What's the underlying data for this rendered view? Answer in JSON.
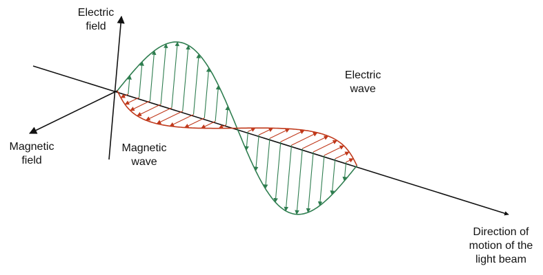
{
  "labels": {
    "electric_field": [
      "Electric",
      "field"
    ],
    "magnetic_field": [
      "Magnetic",
      "field"
    ],
    "magnetic_wave": [
      "Magnetic",
      "wave"
    ],
    "electric_wave": [
      "Electric",
      "wave"
    ],
    "direction": [
      "Direction of",
      "motion of the",
      "light beam"
    ]
  },
  "colors": {
    "electric": "#2e7d4f",
    "magnetic": "#c0391b",
    "axes": "#111111",
    "text": "#111111"
  }
}
